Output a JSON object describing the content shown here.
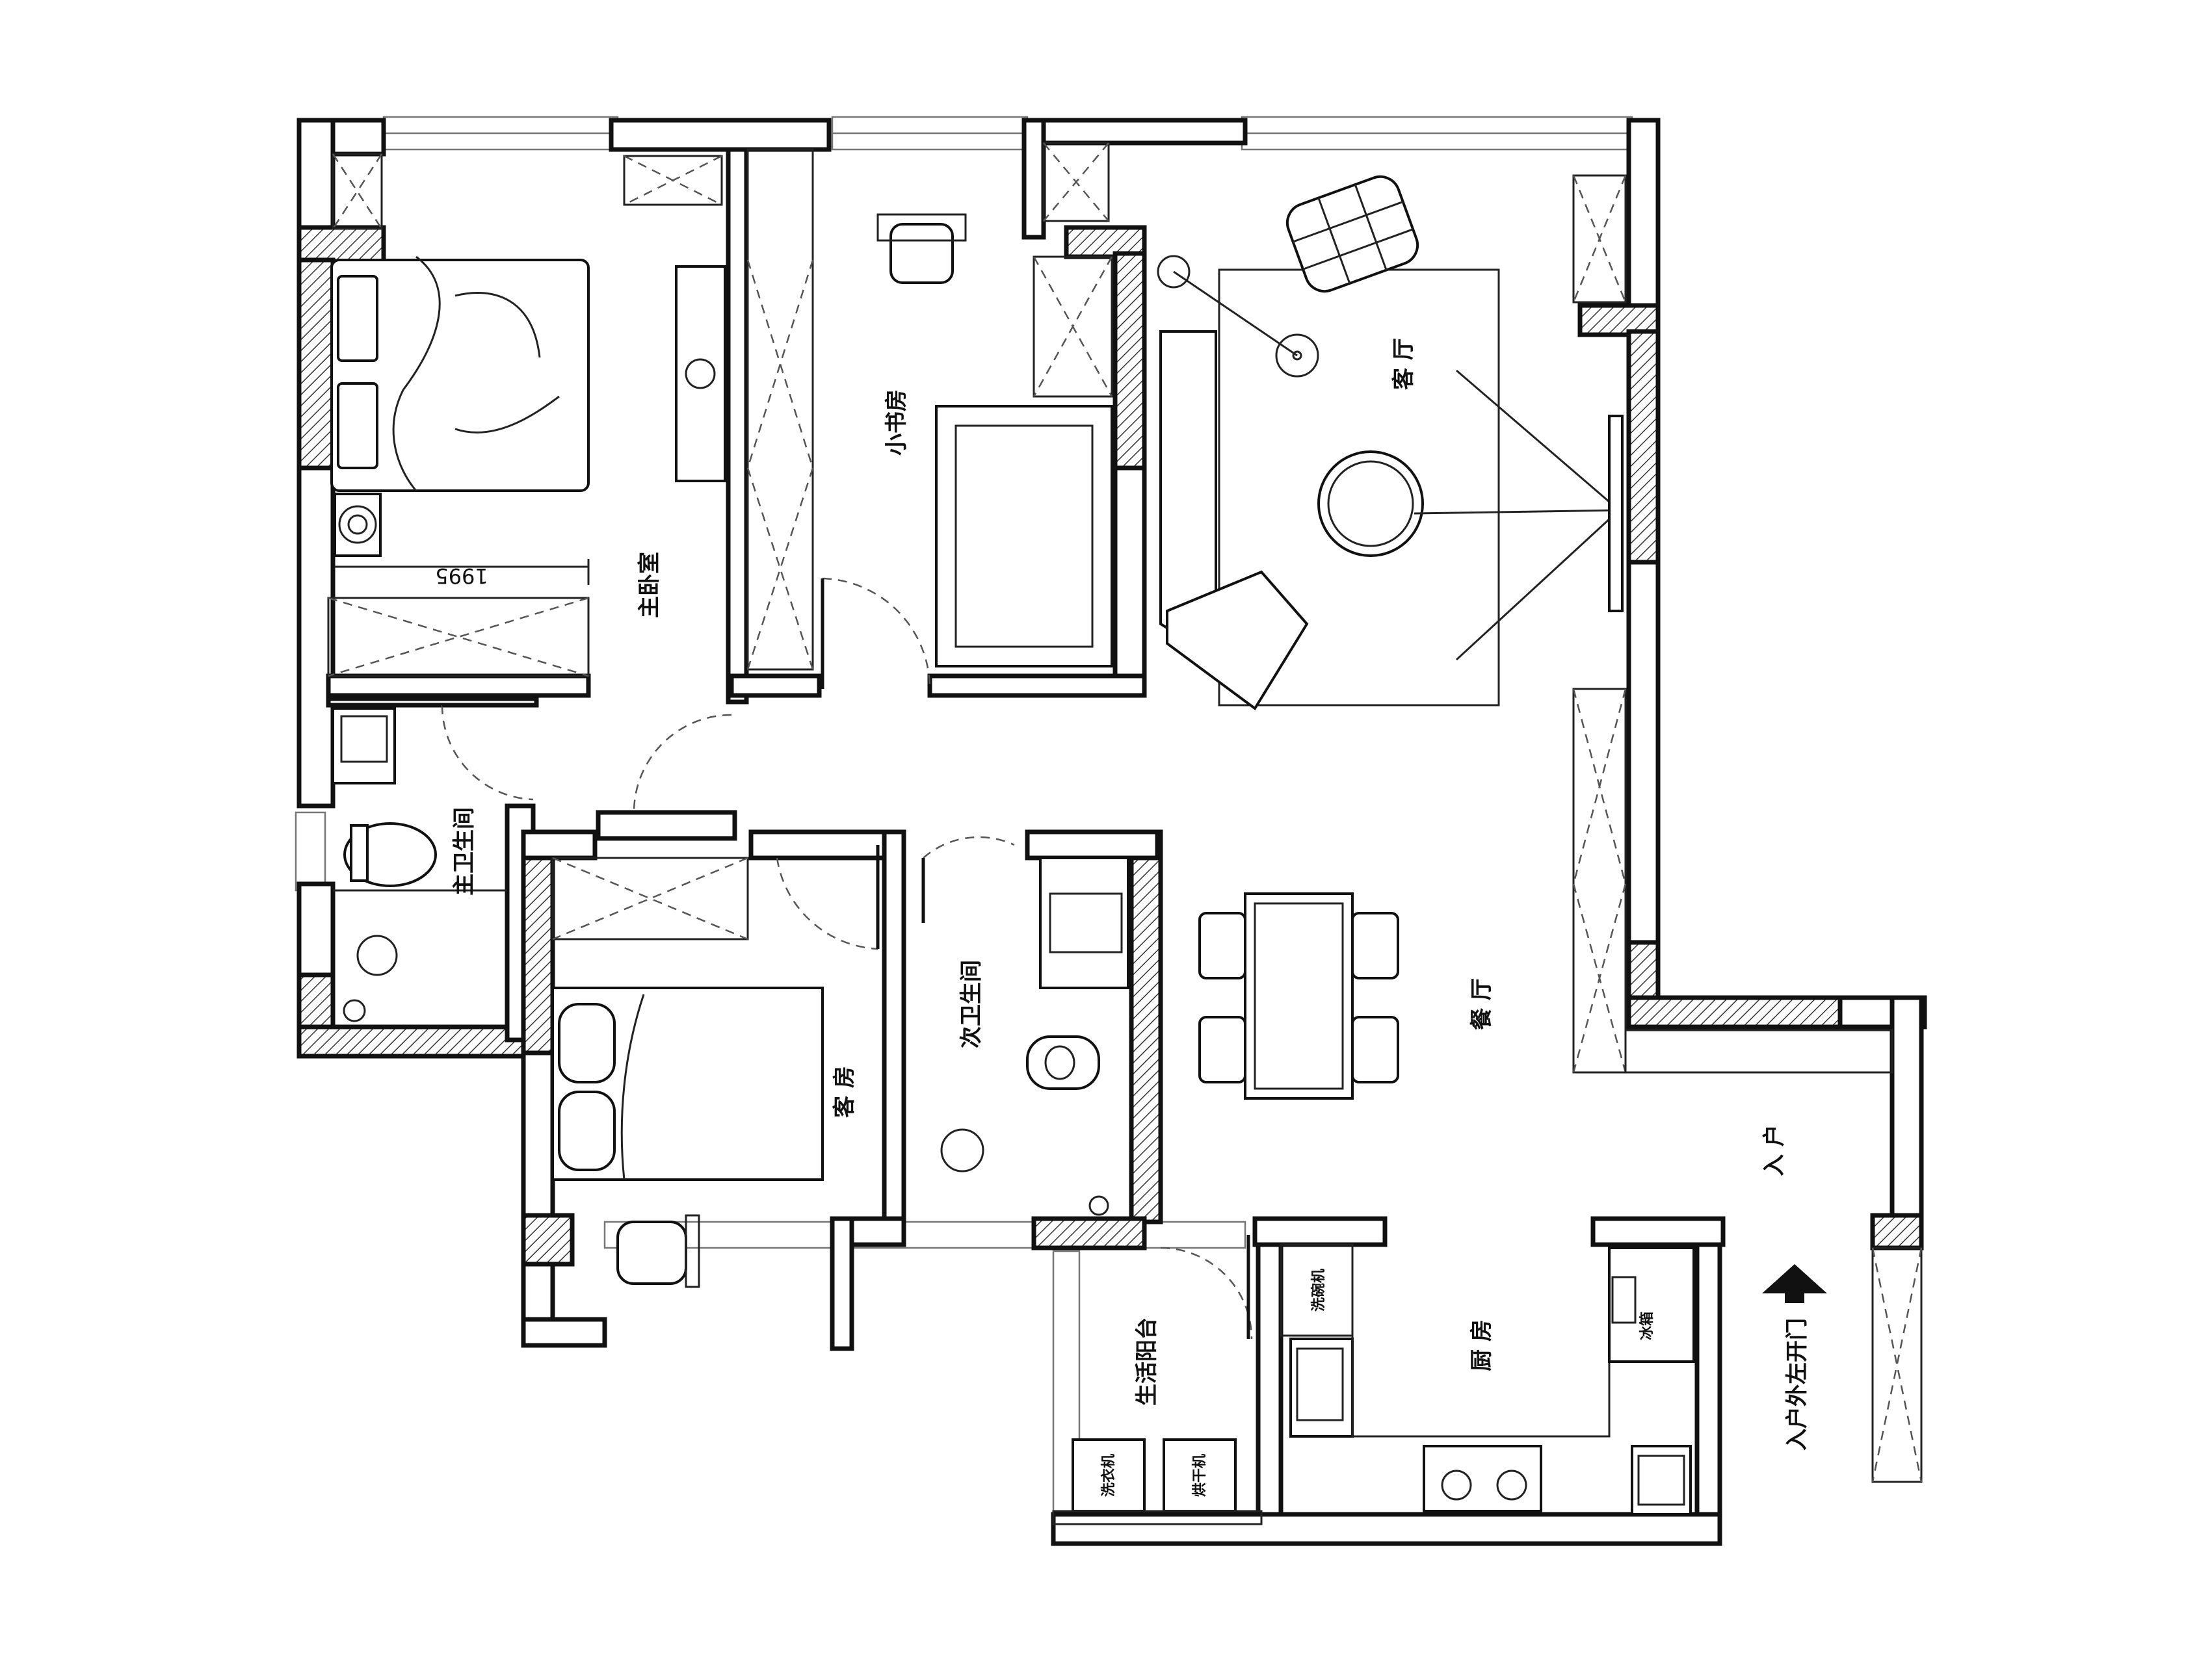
{
  "rooms": {
    "master_bedroom": "主卧室",
    "master_bath": "主卫生间",
    "study": "小书房",
    "living": "客 厅",
    "dining": "餐 厅",
    "guest_room": "客 房",
    "second_bath": "次卫生间",
    "kitchen": "厨 房",
    "utility_balcony": "生活阳台",
    "entrance": "入 户"
  },
  "dimension": "1995",
  "door_note": "入户外左开门",
  "appliances": {
    "fridge": "冰箱",
    "washer": "洗衣机",
    "dryer": "烘干机",
    "dishwasher": "洗碗机"
  },
  "icons": [
    "arrow-up-icon",
    "toilet-icon",
    "sink-icon",
    "shower-icon",
    "bed-icon",
    "chair-icon",
    "stove-icon",
    "fridge-icon"
  ]
}
